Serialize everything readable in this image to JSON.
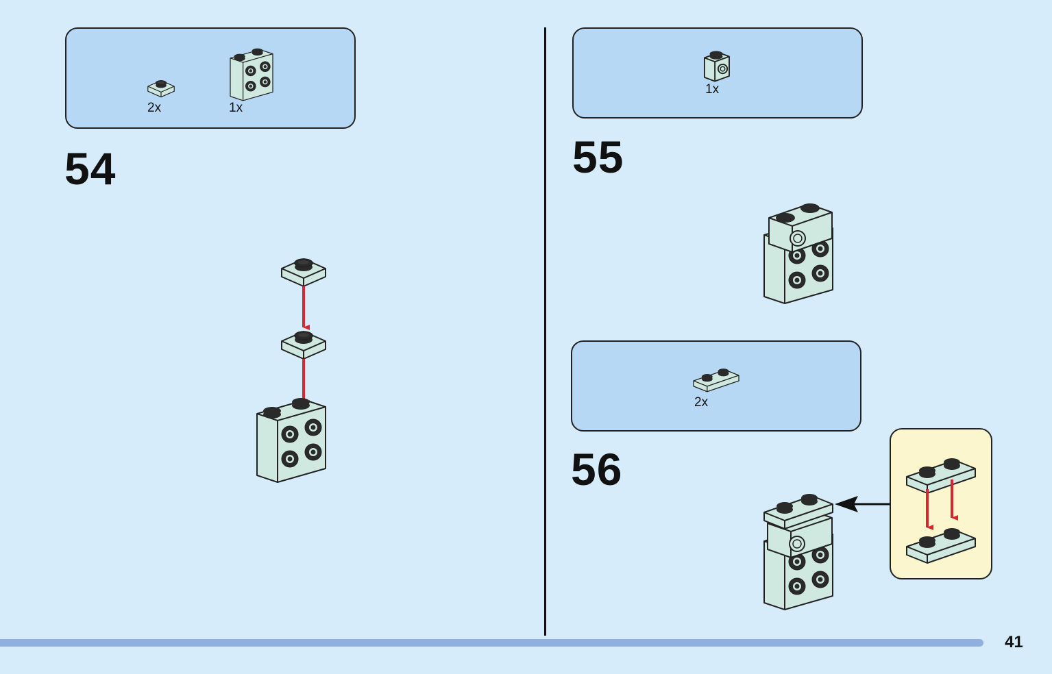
{
  "steps": [
    {
      "number": "54",
      "parts": [
        {
          "qty": "2x",
          "icon": "plate-1x1-icon"
        },
        {
          "qty": "1x",
          "icon": "bracket-brick-icon"
        }
      ]
    },
    {
      "number": "55",
      "parts": [
        {
          "qty": "1x",
          "icon": "brick-1x1-stud-side-icon"
        }
      ]
    },
    {
      "number": "56",
      "parts": [
        {
          "qty": "2x",
          "icon": "plate-1x2-icon"
        }
      ]
    }
  ],
  "page_number": "41",
  "colors": {
    "background": "#d6ecfa",
    "parts_box": "#b6d8f5",
    "callout": "#fcf6cf",
    "brick": "#cfe9e0",
    "arrow_red": "#d7262e",
    "progress": "#8fb0de"
  }
}
